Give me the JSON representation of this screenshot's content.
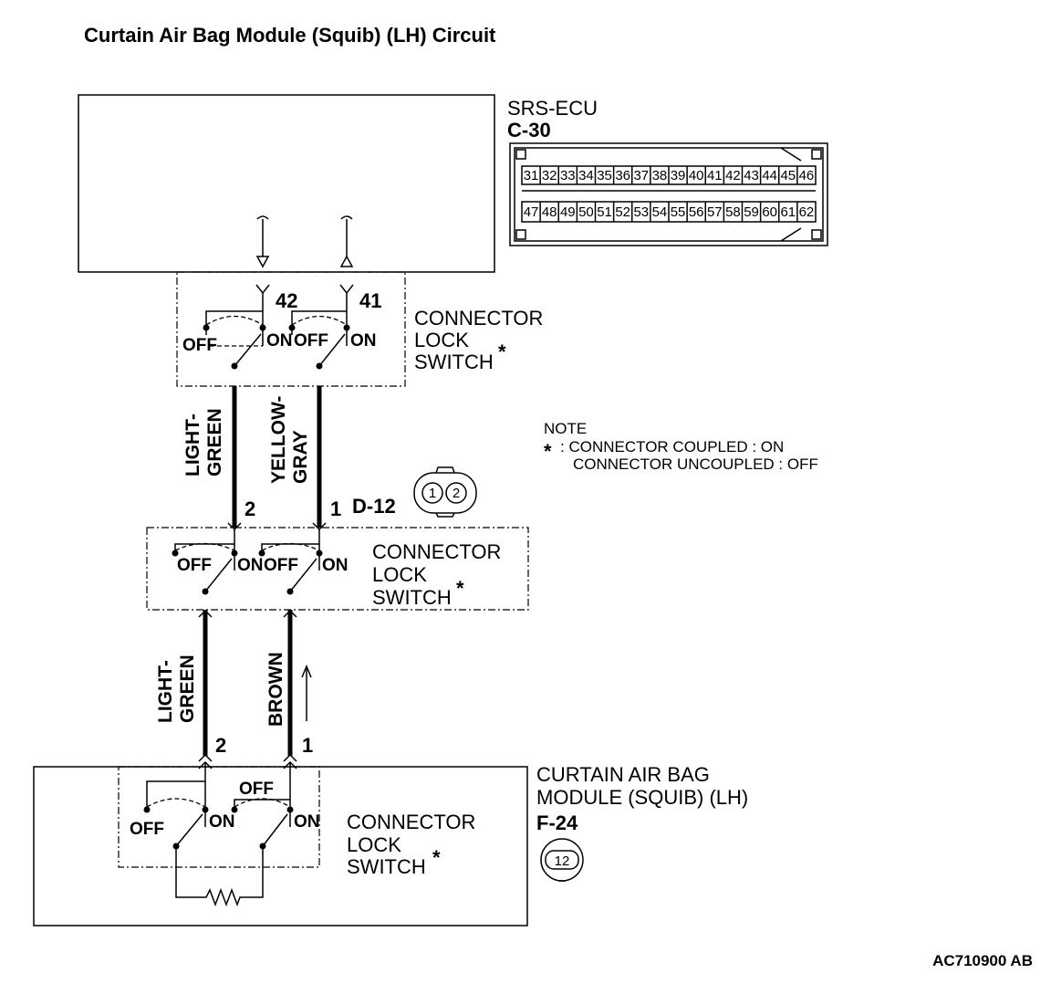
{
  "title": "Curtain Air Bag Module (Squib) (LH) Circuit",
  "ecu": {
    "name": "SRS-ECU",
    "connector": "C-30",
    "pin_a": "42",
    "pin_b": "41"
  },
  "connector_pins_top": [
    "31",
    "32",
    "33",
    "34",
    "35",
    "36",
    "37",
    "38",
    "39",
    "40",
    "41",
    "42",
    "43",
    "44",
    "45",
    "46"
  ],
  "connector_pins_bottom": [
    "47",
    "48",
    "49",
    "50",
    "51",
    "52",
    "53",
    "54",
    "55",
    "56",
    "57",
    "58",
    "59",
    "60",
    "61",
    "62"
  ],
  "switch": {
    "line1": "CONNECTOR",
    "line2": "LOCK",
    "line3": "SWITCH",
    "star": "*",
    "off": "OFF",
    "on": "ON"
  },
  "wires": {
    "upper_left_l1": "LIGHT-",
    "upper_left_l2": "GREEN",
    "upper_right_l1": "YELLOW-",
    "upper_right_l2": "GRAY",
    "lower_left_l1": "LIGHT-",
    "lower_left_l2": "GREEN",
    "lower_right": "BROWN"
  },
  "mid_connector": {
    "code": "D-12",
    "pin_left": "2",
    "pin_right": "1",
    "face_1": "1",
    "face_2": "2"
  },
  "note": {
    "heading": "NOTE",
    "star": "*",
    "line1": ": CONNECTOR COUPLED : ON",
    "line2": "CONNECTOR UNCOUPLED : OFF"
  },
  "module": {
    "line1": "CURTAIN AIR BAG",
    "line2": "MODULE (SQUIB) (LH)",
    "connector": "F-24",
    "pin_left": "2",
    "pin_right": "1",
    "face": "12"
  },
  "figure_code": "AC710900 AB"
}
